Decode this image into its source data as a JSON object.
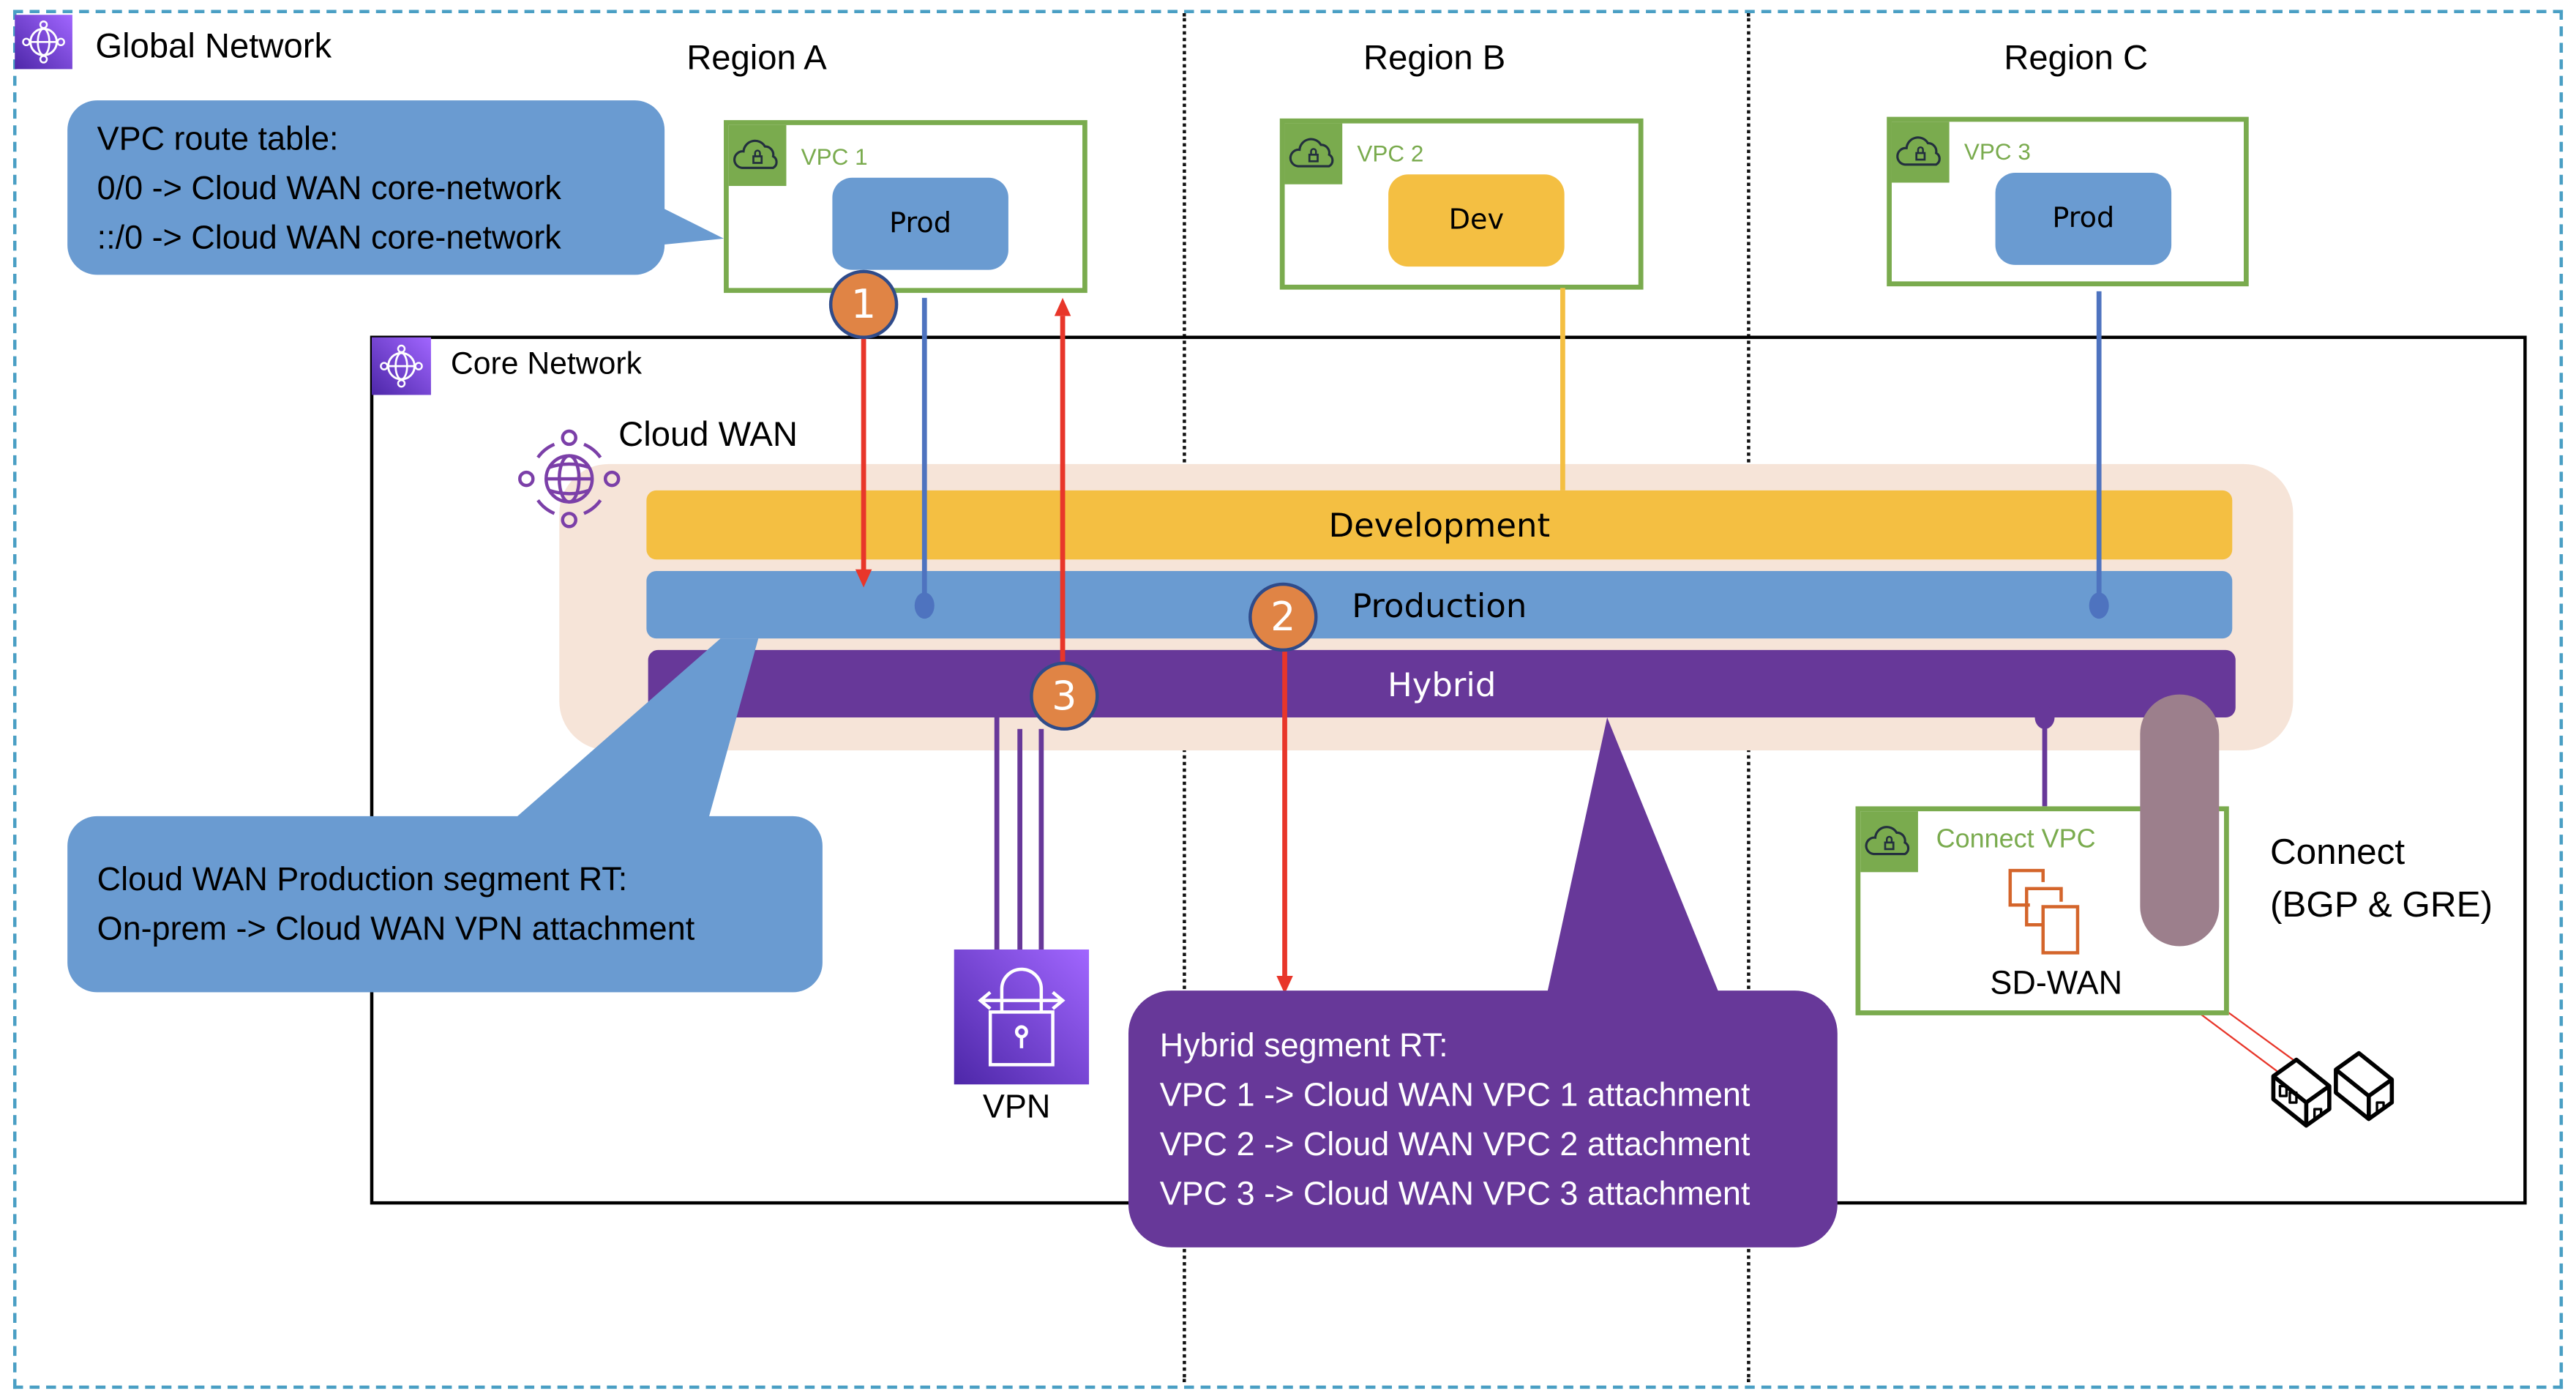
{
  "global_network": {
    "label": "Global Network",
    "icon": "global-network-icon"
  },
  "regions": [
    {
      "label": "Region A"
    },
    {
      "label": "Region B"
    },
    {
      "label": "Region C"
    }
  ],
  "vpcs": [
    {
      "label": "VPC 1",
      "workload": "Prod",
      "segment": "Production",
      "color": "#6a9bd1"
    },
    {
      "label": "VPC 2",
      "workload": "Dev",
      "segment": "Development",
      "color": "#f4bf42"
    },
    {
      "label": "VPC 3",
      "workload": "Prod",
      "segment": "Production",
      "color": "#6a9bd1"
    }
  ],
  "core_network": {
    "label": "Core Network",
    "icon": "core-network-icon"
  },
  "cloud_wan": {
    "label": "Cloud WAN",
    "icon": "cloud-wan-globe-icon"
  },
  "segments": [
    {
      "label": "Development",
      "color": "#f4bf42"
    },
    {
      "label": "Production",
      "color": "#6a9bd1"
    },
    {
      "label": "Hybrid",
      "color": "#673899"
    }
  ],
  "steps": [
    "1",
    "2",
    "3"
  ],
  "callouts": {
    "vpc_route_table": {
      "title": "VPC route table:",
      "lines": [
        "0/0 -> Cloud WAN core-network",
        "::/0 -> Cloud WAN core-network"
      ]
    },
    "production_rt": {
      "title": "Cloud WAN Production segment RT:",
      "lines": [
        "On-prem -> Cloud WAN VPN attachment"
      ]
    },
    "hybrid_rt": {
      "title": "Hybrid segment RT:",
      "lines": [
        "VPC 1 -> Cloud WAN VPC 1 attachment",
        "VPC 2 -> Cloud WAN VPC 2 attachment",
        "VPC 3 -> Cloud WAN VPC 3 attachment"
      ]
    }
  },
  "vpn": {
    "label": "VPN",
    "icon": "vpn-lock-icon"
  },
  "connect_vpc": {
    "label": "Connect VPC",
    "appliance_label": "SD-WAN",
    "icon": "sd-wan-instances-icon"
  },
  "connect": {
    "line1": "Connect",
    "line2": "(BGP & GRE)"
  },
  "on_prem": {
    "icon": "on-premises-buildings-icon"
  },
  "colors": {
    "vpc_border": "#7aab4e",
    "arrow": "#e8362a",
    "badge": "#e08445",
    "outer_border": "#4a9fc4",
    "tunnel": "#9c7f8c"
  }
}
